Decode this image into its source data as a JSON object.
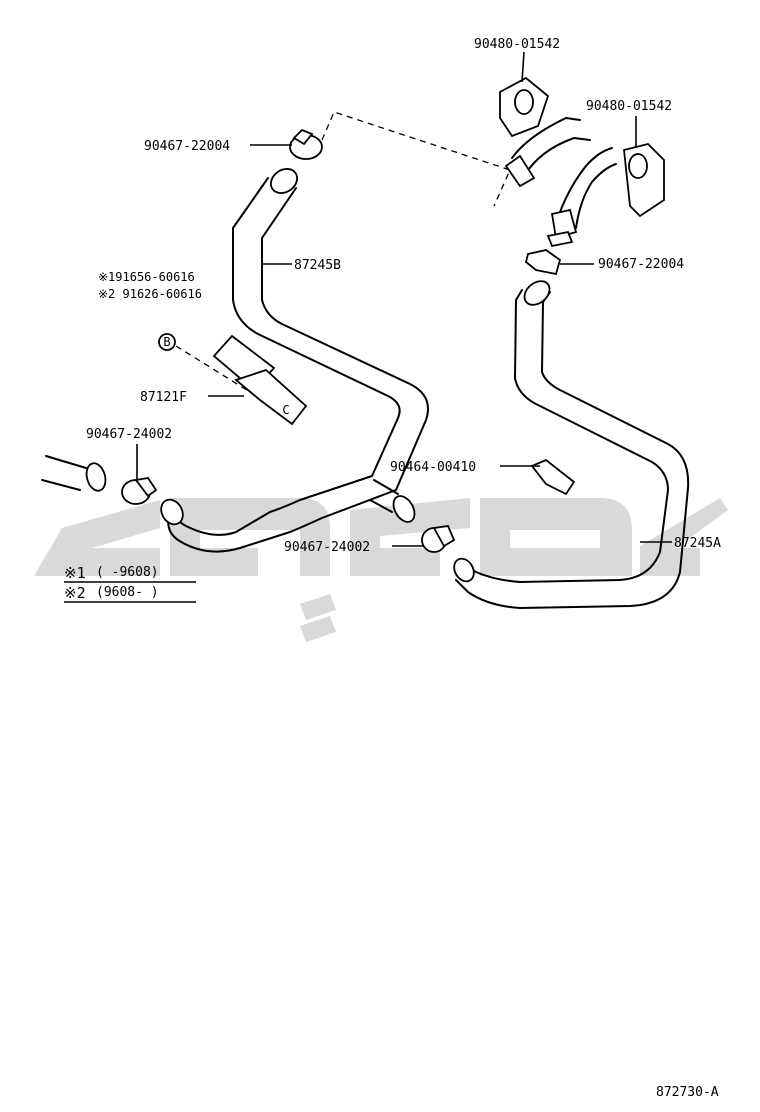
{
  "watermark": {
    "color": "#d9d9d9"
  },
  "labels": {
    "grommet_top": "90480-01542",
    "grommet_right": "90480-01542",
    "clamp_top_left": "90467-22004",
    "clamp_right_upper": "90467-22004",
    "hose_b": "87245B",
    "hose_a": "87245A",
    "clip_var1": "※191656-60616",
    "clip_var2": "※2 91626-60616",
    "bracket": "87121F",
    "clamp_left_lower": "90467-24002",
    "clamp_center_lower": "90467-24002",
    "clip_center": "90464-00410",
    "callout_b": "B",
    "callout_c": "C"
  },
  "legend": {
    "row1_mark": "※1",
    "row1_range": "(      -9608)",
    "row2_mark": "※2",
    "row2_range": "(9608-        )"
  },
  "diagram_code": "872730-A"
}
